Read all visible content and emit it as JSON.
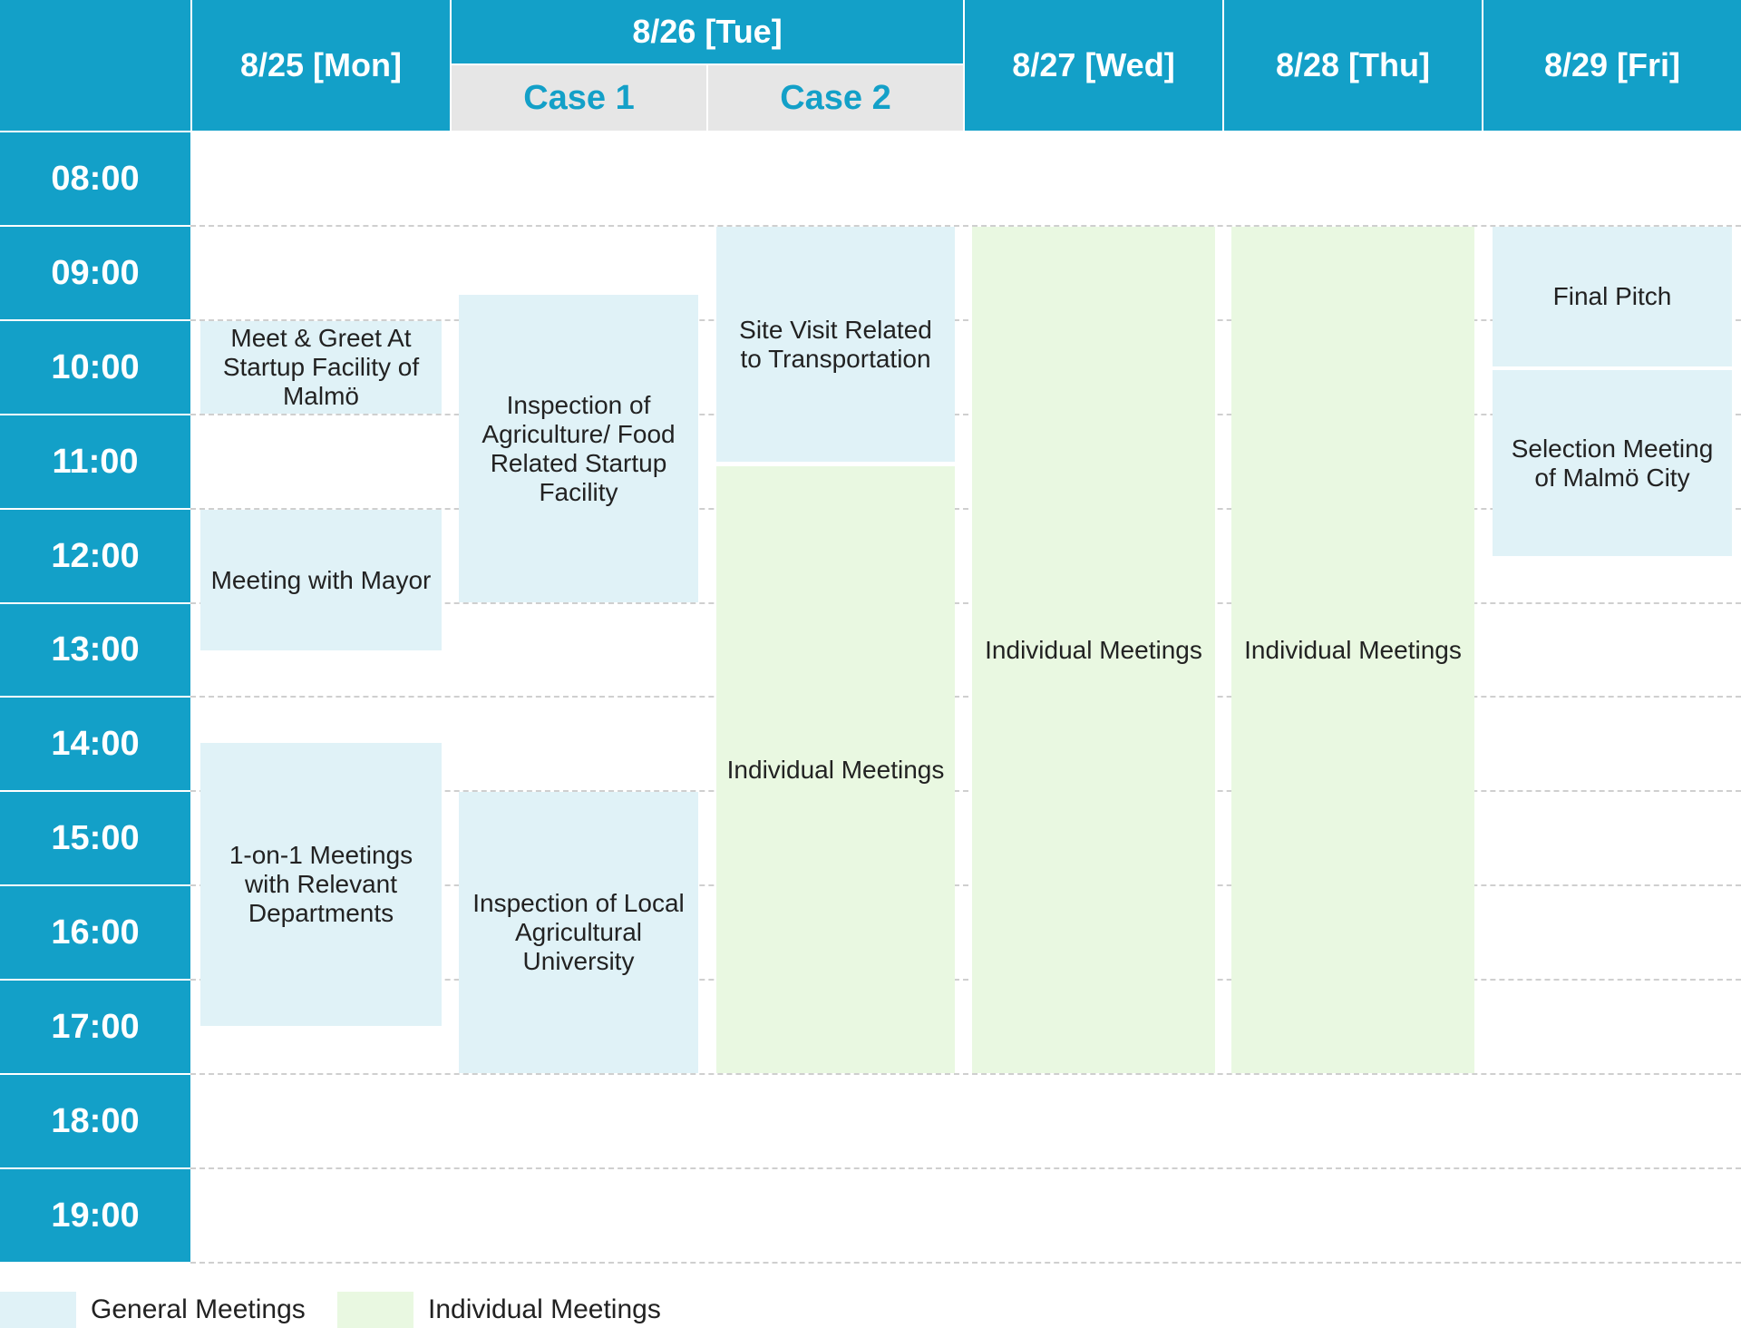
{
  "colors": {
    "header_bg": "#13a0c8",
    "subheader_bg": "#e6e6e6",
    "general_meeting": "#e0f2f7",
    "individual_meeting": "#e9f8e1",
    "gridline": "#cfcfcf"
  },
  "header": {
    "day_mon": "8/25 [Mon]",
    "day_tue": "8/26 [Tue]",
    "case_1": "Case 1",
    "case_2": "Case 2",
    "day_wed": "8/27 [Wed]",
    "day_thu": "8/28 [Thu]",
    "day_fri": "8/29 [Fri]"
  },
  "times": [
    "08:00",
    "09:00",
    "10:00",
    "11:00",
    "12:00",
    "13:00",
    "14:00",
    "15:00",
    "16:00",
    "17:00",
    "18:00",
    "19:00"
  ],
  "events": {
    "mon_meet_greet": "Meet & Greet At Startup Facility of Malmö",
    "mon_mayor": "Meeting with Mayor",
    "mon_one_on_one": "1-on-1 Meetings with Relevant Departments",
    "tue_case1_agri_food": "Inspection of Agriculture/ Food Related Startup Facility",
    "tue_case1_university": "Inspection of Local Agricultural University",
    "tue_case2_site_visit": "Site Visit Related to Transportation",
    "tue_case2_individual": "Individual Meetings",
    "wed_individual": "Individual Meetings",
    "thu_individual": "Individual Meetings",
    "fri_final_pitch": "Final Pitch",
    "fri_selection": "Selection Meeting of Malmö City"
  },
  "legend": {
    "general": "General Meetings",
    "individual": "Individual Meetings"
  }
}
